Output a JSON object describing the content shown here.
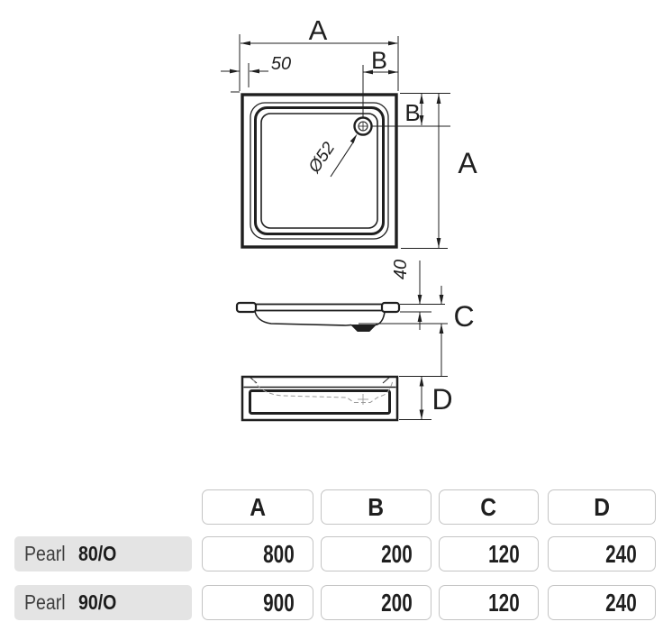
{
  "drawing": {
    "top_view": {
      "dim_a": "A",
      "dim_50": "50",
      "dim_b_top": "B",
      "dim_b_side": "B",
      "dim_a_side": "A",
      "drain_diameter": "Ø52"
    },
    "section_view": {
      "dim_40": "40",
      "dim_c": "C"
    },
    "panel_view": {
      "dim_d": "D"
    }
  },
  "table": {
    "columns": [
      "A",
      "B",
      "C",
      "D"
    ],
    "rows": [
      {
        "name": "Pearl",
        "variant": "80/O",
        "values": [
          "800",
          "200",
          "120",
          "240"
        ]
      },
      {
        "name": "Pearl",
        "variant": "90/O",
        "values": [
          "900",
          "200",
          "120",
          "240"
        ]
      }
    ]
  },
  "colors": {
    "line": "#1f1f1f",
    "hidden_line": "#9a9a9a",
    "table_border": "#c4c4c4",
    "row_label_bg": "#e4e4e4"
  }
}
